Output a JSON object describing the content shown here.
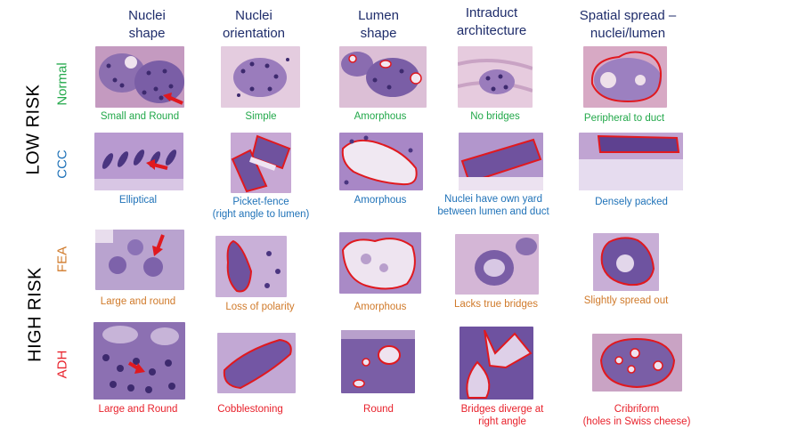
{
  "columns": [
    "Nuclei\nshape",
    "Nuclei\norientation",
    "Lumen\nshape",
    "Intraduct\narchitecture",
    "Spatial spread –\nnuclei/lumen"
  ],
  "groups": [
    {
      "label": "LOW RISK"
    },
    {
      "label": "HIGH RISK"
    }
  ],
  "rows": [
    {
      "label": "Normal",
      "color": "#22a84a",
      "captions": [
        "Small and Round",
        "Simple",
        "Amorphous",
        "No bridges",
        "Peripheral to duct"
      ]
    },
    {
      "label": "CCC",
      "color": "#1f72b8",
      "captions": [
        "Elliptical",
        "Picket-fence\n(right angle to lumen)",
        "Amorphous",
        "Nuclei have own yard\nbetween lumen and duct",
        "Densely packed"
      ]
    },
    {
      "label": "FEA",
      "color": "#d07a2a",
      "captions": [
        "Large and round",
        "Loss of polarity",
        "Amorphous",
        "Lacks true bridges",
        "Slightly spread  out"
      ]
    },
    {
      "label": "ADH",
      "color": "#e8212b",
      "captions": [
        "Large and Round",
        "Cobblestoning",
        "Round",
        "Bridges diverge at\nright angle",
        "Cribriform\n(holes in Swiss cheese)"
      ]
    }
  ],
  "colors": {
    "header": "#1f2d6b",
    "annotation": "#e0191f",
    "tissue_pink": "#d9b3cc",
    "tissue_purple": "#6a4f9a",
    "nucleus": "#3d2a6e"
  }
}
